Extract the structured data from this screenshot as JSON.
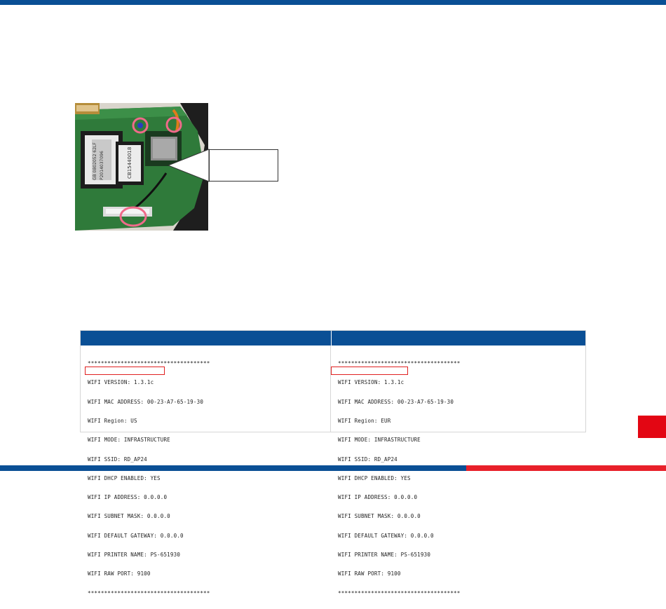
{
  "colors": {
    "brand_blue": "#0a4f95",
    "accent_red": "#e30613",
    "highlight": "#e02020"
  },
  "photo": {
    "chip_labels": [
      "GB 0802052 62LF",
      "P2014037096",
      "CB15440018"
    ]
  },
  "table": {
    "columns": [
      "",
      ""
    ],
    "printouts": [
      {
        "lines": [
          "*************************************",
          "WIFI VERSION: 1.3.1c",
          "WIFI MAC ADDRESS: 00-23-A7-65-19-30",
          "WIFI Region: US",
          "WIFI MODE: INFRASTRUCTURE",
          "WIFI SSID: RD_AP24",
          "WIFI DHCP ENABLED: YES",
          "WIFI IP ADDRESS: 0.0.0.0",
          "WIFI SUBNET MASK: 0.0.0.0",
          "WIFI DEFAULT GATEWAY: 0.0.0.0",
          "WIFI PRINTER NAME: PS-651930",
          "WIFI RAW PORT: 9100",
          "*************************************"
        ]
      },
      {
        "lines": [
          "*************************************",
          "WIFI VERSION: 1.3.1c",
          "WIFI MAC ADDRESS: 00-23-A7-65-19-30",
          "WIFI Region: EUR",
          "WIFI MODE: INFRASTRUCTURE",
          "WIFI SSID: RD_AP24",
          "WIFI DHCP ENABLED: YES",
          "WIFI IP ADDRESS: 0.0.0.0",
          "WIFI SUBNET MASK: 0.0.0.0",
          "WIFI DEFAULT GATEWAY: 0.0.0.0",
          "WIFI PRINTER NAME: PS-651930",
          "WIFI RAW PORT: 9100",
          "*************************************"
        ]
      }
    ]
  }
}
